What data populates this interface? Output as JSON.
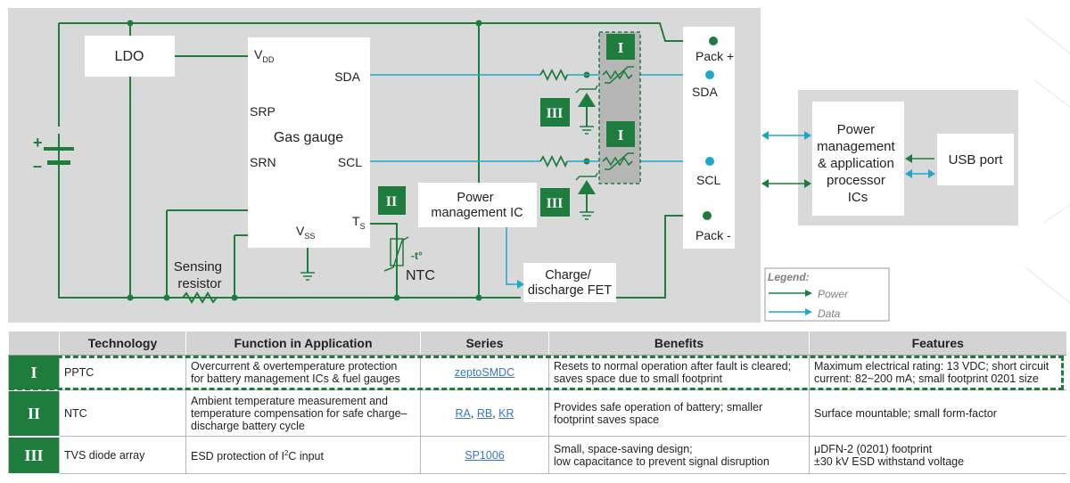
{
  "diagram": {
    "ldo": "LDO",
    "gauge": {
      "vdd_main": "V",
      "vdd_sub": "DD",
      "sda": "SDA",
      "srp": "SRP",
      "title": "Gas gauge",
      "srn": "SRN",
      "scl": "SCL",
      "ts_main": "T",
      "ts_sub": "S",
      "vss_main": "V",
      "vss_sub": "SS"
    },
    "battery_plus": "+",
    "battery_minus": "–",
    "sensing_resistor": [
      "Sensing",
      "resistor"
    ],
    "ntc_label": "NTC",
    "ntc_temp": "-t°",
    "pmic": [
      "Power",
      "management IC"
    ],
    "fet": [
      "Charge/",
      "discharge FET"
    ],
    "badges": {
      "one": "I",
      "two": "II",
      "three": "III"
    },
    "connector": {
      "pack_plus": "Pack +",
      "sda": "SDA",
      "scl": "SCL",
      "pack_minus": "Pack -"
    },
    "processor": [
      "Power",
      "management",
      "& application",
      "processor",
      "ICs"
    ],
    "usb": "USB port",
    "legend": {
      "title": "Legend:",
      "power": "Power",
      "data": "Data"
    }
  },
  "colors": {
    "power": "#1e7d3c",
    "data": "#1ea7c8",
    "panel": "#d9d9d9",
    "badge": "#1e7d3c"
  },
  "table": {
    "headers": [
      "",
      "Technology",
      "Function in Application",
      "Series",
      "Benefits",
      "Features"
    ],
    "rows": [
      {
        "index": "I",
        "technology": "PPTC",
        "function": [
          "Overcurrent & overtemperature protection",
          "for battery management ICs & fuel gauges"
        ],
        "series": [
          "zeptoSMDC"
        ],
        "benefits": [
          "Resets to normal operation after fault is cleared;",
          "saves space due to small footprint"
        ],
        "features": [
          "Maximum electrical rating: 13 VDC; short circuit",
          "current: 82~200 mA; small footprint 0201 size"
        ]
      },
      {
        "index": "II",
        "technology": "NTC",
        "function": [
          "Ambient temperature measurement and",
          "temperature compensation for safe charge–",
          "discharge battery cycle"
        ],
        "series": [
          "RA",
          "RB",
          "KR"
        ],
        "benefits": [
          "Provides safe operation of battery; smaller",
          "footprint saves space"
        ],
        "features": [
          "Surface mountable; small form-factor"
        ]
      },
      {
        "index": "III",
        "technology": "TVS diode array",
        "function_parts": [
          "ESD protection of I",
          "2",
          "C input"
        ],
        "series": [
          "SP1006"
        ],
        "benefits": [
          "Small, space-saving design;",
          "low capacitance to prevent signal disruption"
        ],
        "features": [
          "μDFN-2 (0201) footprint",
          "±30 kV ESD withstand voltage"
        ]
      }
    ]
  }
}
